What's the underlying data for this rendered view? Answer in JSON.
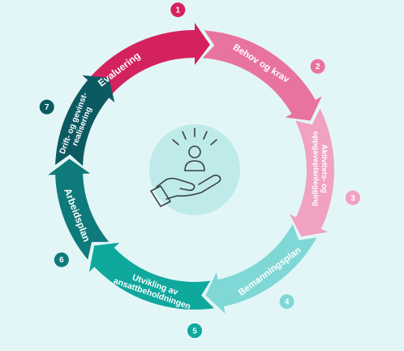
{
  "background": "#e3f6f7",
  "center": {
    "icon": "person-in-hand-icon",
    "circle_color": "#bfeaea"
  },
  "steps": [
    {
      "number": "1",
      "lines": [
        "Evaluering"
      ],
      "color": "#d4225f"
    },
    {
      "number": "2",
      "lines": [
        "Behov og krav"
      ],
      "color": "#e9739f"
    },
    {
      "number": "3",
      "lines": [
        "Aktivitets- og",
        "oppgaveplanlegging"
      ],
      "color": "#f0a2c0"
    },
    {
      "number": "4",
      "lines": [
        "Bemanningsplan"
      ],
      "color": "#7fd8d5"
    },
    {
      "number": "5",
      "lines": [
        "Utvikling av",
        "ansattbeholdningen"
      ],
      "color": "#0fa89d"
    },
    {
      "number": "6",
      "lines": [
        "Arbeidsplan"
      ],
      "color": "#0e7a7c"
    },
    {
      "number": "7",
      "lines": [
        "Drift- og gevinst-",
        "realisering"
      ],
      "color": "#0b5a62"
    }
  ]
}
